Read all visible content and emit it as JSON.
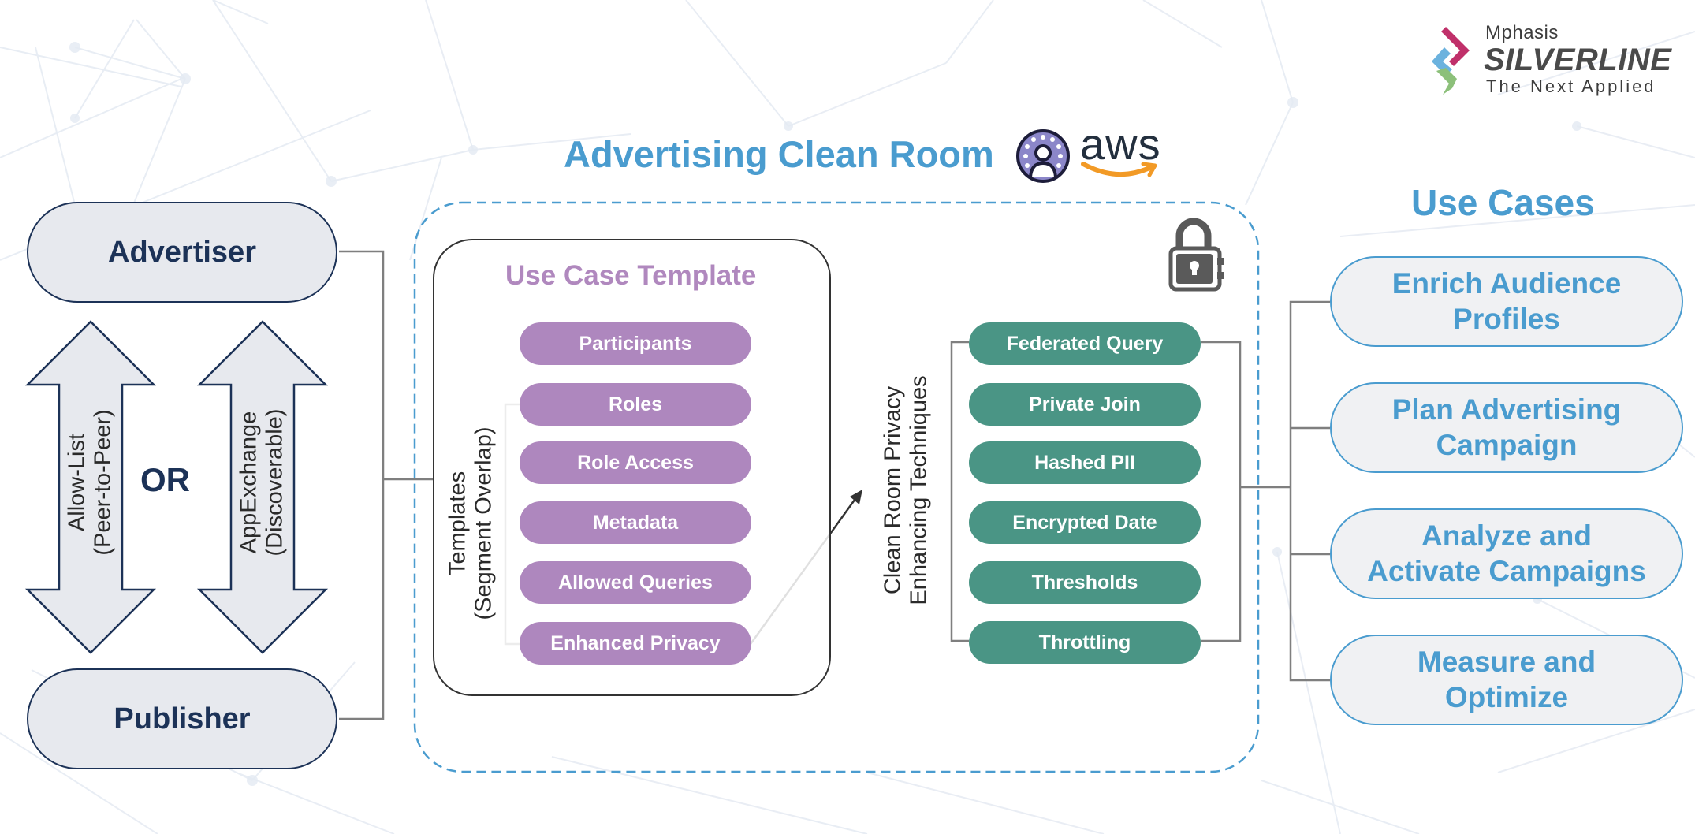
{
  "logo": {
    "company": "Mphasis",
    "brand": "SILVERLINE",
    "tagline": "The Next Applied",
    "colors": {
      "magenta": "#c0306a",
      "blue": "#5aa8d8",
      "green": "#8cc07a"
    }
  },
  "header": {
    "title": "Advertising Clean Room",
    "clean_rooms_icon": "clean-rooms-icon",
    "aws_logo_text": "aws"
  },
  "parties": {
    "advertiser": "Advertiser",
    "publisher": "Publisher",
    "connector_or": "OR",
    "options": [
      {
        "line1": "Allow-List",
        "line2": "(Peer-to-Peer)"
      },
      {
        "line1": "AppExchange",
        "line2": "(Discoverable)"
      }
    ]
  },
  "use_case_template": {
    "title": "Use Case Template",
    "side_label_line1": "Templates",
    "side_label_line2": "(Segment Overlap)",
    "items": [
      "Participants",
      "Roles",
      "Role Access",
      "Metadata",
      "Allowed Queries",
      "Enhanced Privacy"
    ]
  },
  "privacy_techniques": {
    "side_label_line1": "Clean Room Privacy",
    "side_label_line2": "Enhancing Techniques",
    "lock_icon": "padlock-icon",
    "items": [
      "Federated Query",
      "Private Join",
      "Hashed PII",
      "Encrypted Date",
      "Thresholds",
      "Throttling"
    ]
  },
  "use_cases": {
    "title": "Use Cases",
    "items": [
      "Enrich Audience\nProfiles",
      "Plan Advertising\nCampaign",
      "Analyze and\nActivate Campaigns",
      "Measure and\nOptimize"
    ]
  },
  "colors": {
    "title_blue": "#4a9ccf",
    "navy": "#1c3257",
    "purple": "#ae87be",
    "teal": "#4a9585",
    "connector_gray": "#7f7f7f",
    "aws_orange": "#f29a26"
  }
}
